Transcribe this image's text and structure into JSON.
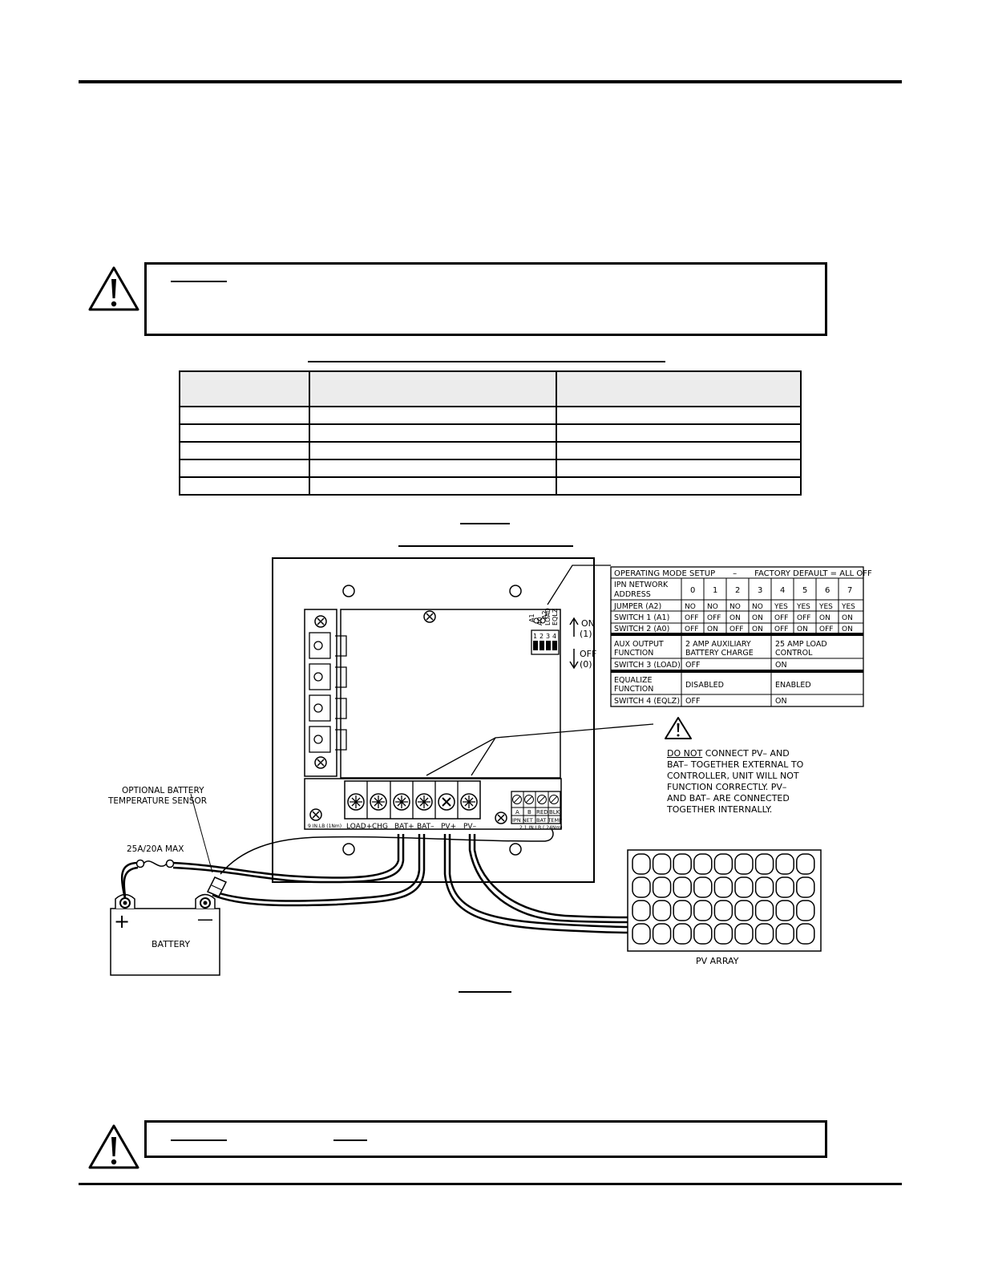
{
  "setup_table": {
    "title": "OPERATING MODE SETUP - FACTORY DEFAULT = ALL OFF",
    "title_left": "OPERATING MODE SETUP",
    "title_dash": "–",
    "title_right": "FACTORY DEFAULT = ALL OFF",
    "address_label": "IPN NETWORK ADDRESS",
    "address_label_1": "IPN NETWORK",
    "address_label_2": "ADDRESS",
    "addresses": [
      "0",
      "1",
      "2",
      "3",
      "4",
      "5",
      "6",
      "7"
    ],
    "rows": [
      {
        "label": "JUMPER (A2)",
        "values": [
          "NO",
          "NO",
          "NO",
          "NO",
          "YES",
          "YES",
          "YES",
          "YES"
        ]
      },
      {
        "label": "SWITCH 1 (A1)",
        "values": [
          "OFF",
          "OFF",
          "ON",
          "ON",
          "OFF",
          "OFF",
          "ON",
          "ON"
        ]
      },
      {
        "label": "SWITCH 2 (A0)",
        "values": [
          "OFF",
          "ON",
          "OFF",
          "ON",
          "OFF",
          "ON",
          "OFF",
          "ON"
        ]
      }
    ],
    "aux_label_1": "AUX OUTPUT",
    "aux_label_2": "FUNCTION",
    "aux_off_1": "2 AMP AUXILIARY",
    "aux_off_2": "BATTERY CHARGE",
    "aux_on_1": "25 AMP LOAD",
    "aux_on_2": "CONTROL",
    "switch3_label": "SWITCH 3 (LOAD)",
    "switch3_off": "OFF",
    "switch3_on": "ON",
    "eq_label_1": "EQUALIZE",
    "eq_label_2": "FUNCTION",
    "eq_off": "DISABLED",
    "eq_on": "ENABLED",
    "switch4_label": "SWITCH 4 (EQLZ)",
    "switch4_off": "OFF",
    "switch4_on": "ON"
  },
  "dip": {
    "on_label": "ON",
    "on_value": "(1)",
    "off_label": "OFF",
    "off_value": "(0)",
    "numbers": [
      "1",
      "2",
      "3",
      "4"
    ],
    "vertical_labels": [
      "A1",
      "A0",
      "LOAD",
      "EQLZ"
    ],
    "a2_label": "A2"
  },
  "terminals": {
    "labels": [
      "LOAD+",
      "CHG",
      "BAT+",
      "BAT–",
      "PV+",
      "PV–"
    ],
    "small": {
      "top": [
        "A",
        "B",
        "RED",
        "BLK"
      ],
      "bottom": [
        "IPN NET",
        "BAT TEMP"
      ],
      "torque_left": "9 IN.LB (1Nm)",
      "torque_right": "2.1 IN.LB (.24Nm)"
    }
  },
  "warning_note": {
    "underlined": "DO NOT",
    "lines": [
      " CONNECT PV– AND",
      "BAT– TOGETHER EXTERNAL TO",
      "CONTROLLER, UNIT WILL NOT",
      "FUNCTION CORRECTLY. PV–",
      "AND BAT– ARE CONNECTED",
      "TOGETHER INTERNALLY."
    ]
  },
  "labels": {
    "temp_sensor_1": "OPTIONAL BATTERY",
    "temp_sensor_2": "TEMPERATURE SENSOR",
    "fuse": "25A/20A MAX",
    "battery": "BATTERY",
    "plus": "+",
    "minus": "—",
    "pv_array": "PV ARRAY"
  }
}
